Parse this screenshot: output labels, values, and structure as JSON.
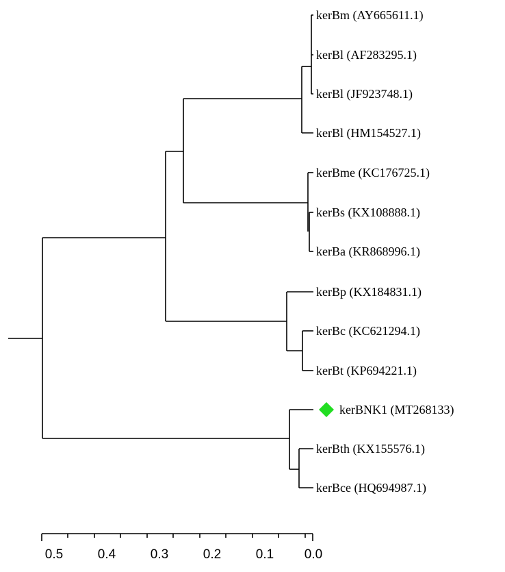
{
  "tree": {
    "leaves": [
      {
        "label": "kerBm (AY665611.1)"
      },
      {
        "label": "kerBl (AF283295.1)"
      },
      {
        "label": "kerBl (JF923748.1)"
      },
      {
        "label": "kerBl (HM154527.1)"
      },
      {
        "label": "kerBme (KC176725.1)"
      },
      {
        "label": "kerBs (KX108888.1)"
      },
      {
        "label": "kerBa (KR868996.1)"
      },
      {
        "label": "kerBp (KX184831.1)"
      },
      {
        "label": "kerBc (KC621294.1)"
      },
      {
        "label": "kerBt (KP694221.1)"
      },
      {
        "label": "kerBNK1 (MT268133)",
        "marker": "diamond",
        "marker_color": "#22dd22"
      },
      {
        "label": "kerBth (KX155576.1)"
      },
      {
        "label": "kerBce (HQ694987.1)"
      }
    ]
  },
  "scale": {
    "ticks": [
      "0.5",
      "0.4",
      "0.3",
      "0.2",
      "0.1",
      "0.0"
    ]
  },
  "colors": {
    "line": "#000000",
    "highlight": "#22dd22"
  }
}
